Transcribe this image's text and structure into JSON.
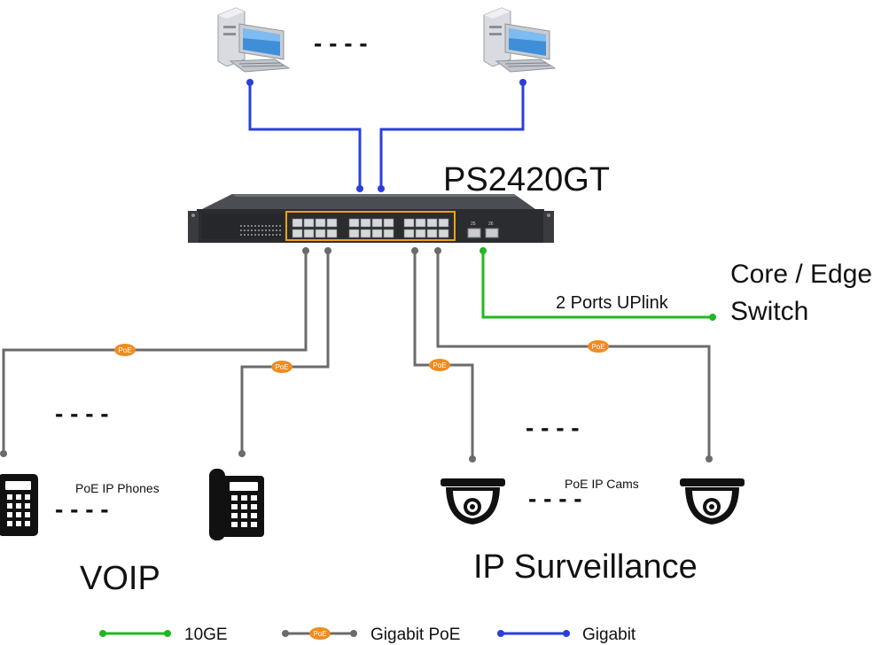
{
  "switch": {
    "model": "PS2420GT"
  },
  "uplink": {
    "label": "2 Ports UPlink",
    "target_line1": "Core / Edge",
    "target_line2": "Switch"
  },
  "voip": {
    "title": "VOIP",
    "label": "PoE IP Phones"
  },
  "surveillance": {
    "title": "IP Surveillance",
    "label": "PoE IP Cams"
  },
  "poe_badge": "PoE",
  "ellipsis": "-   -   -   -",
  "legend": [
    {
      "label": "10GE",
      "color": "#22b722"
    },
    {
      "label": "Gigabit PoE",
      "color": "#6b6b6b",
      "badge": "PoE",
      "badge_color": "#f08c1e"
    },
    {
      "label": "Gigabit",
      "color": "#2a3fd9"
    }
  ],
  "colors": {
    "gigabit": "#2a3fd9",
    "ten_ge": "#22b722",
    "poe_line": "#6b6b6b",
    "poe_badge": "#f08c1e",
    "port_highlight": "#e8a317"
  },
  "icons": [
    "desktop-computer-icon",
    "network-switch-icon",
    "ip-phone-icon",
    "dome-camera-icon"
  ]
}
